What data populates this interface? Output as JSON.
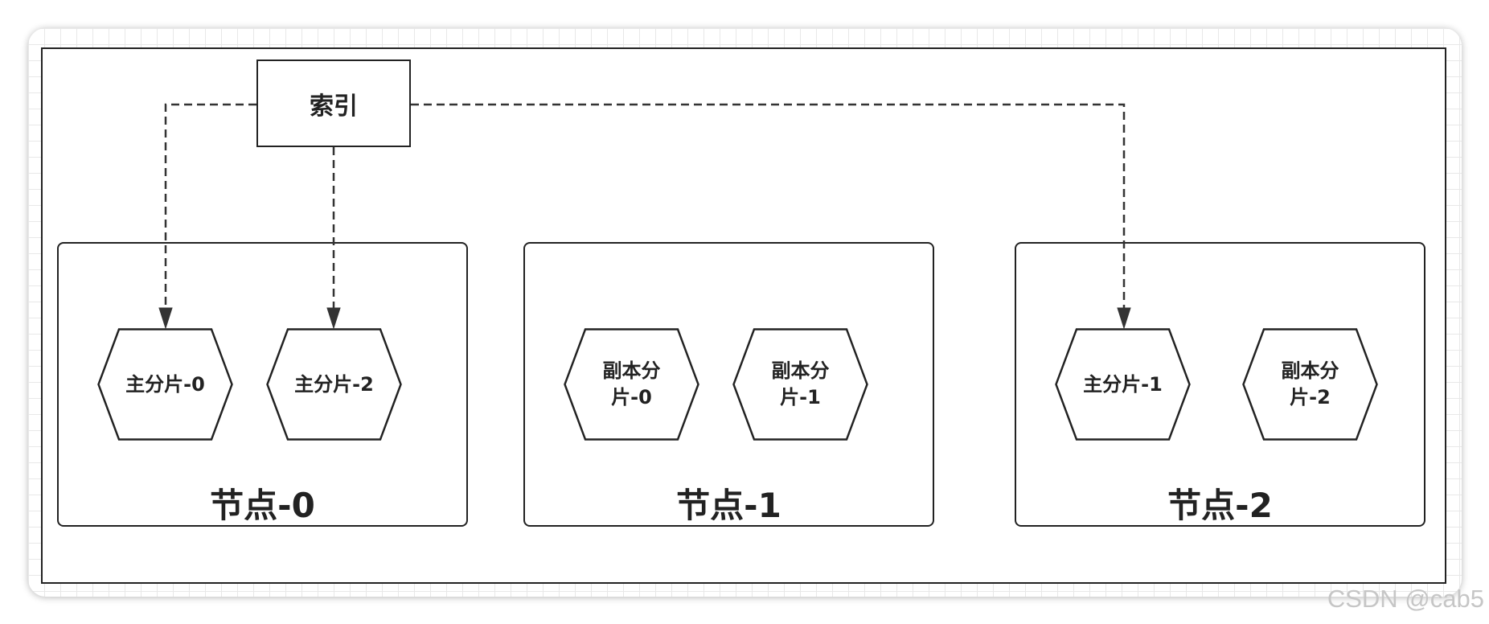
{
  "diagram": {
    "index": {
      "label": "索引"
    },
    "nodes": [
      {
        "label": "节点-0",
        "shards": [
          {
            "label": "主分片-0"
          },
          {
            "label": "主分片-2"
          }
        ]
      },
      {
        "label": "节点-1",
        "shards": [
          {
            "label": "副本分\n片-0"
          },
          {
            "label": "副本分\n片-1"
          }
        ]
      },
      {
        "label": "节点-2",
        "shards": [
          {
            "label": "主分片-1"
          },
          {
            "label": "副本分\n片-2"
          }
        ]
      }
    ],
    "edges": [
      {
        "from_index": true,
        "to_node": 0,
        "to_shard": 0,
        "dashed": true,
        "arrow": true
      },
      {
        "from_index": true,
        "to_node": 0,
        "to_shard": 1,
        "dashed": true,
        "arrow": true
      },
      {
        "from_index": true,
        "to_node": 2,
        "to_shard": 0,
        "dashed": true,
        "arrow": true
      }
    ]
  },
  "watermark": "CSDN @cab5",
  "colors": {
    "stroke": "#222222",
    "edge": "#333333",
    "canvas_grid": "#e8e8e8",
    "watermark": "#c6c6c6",
    "background": "#ffffff"
  }
}
